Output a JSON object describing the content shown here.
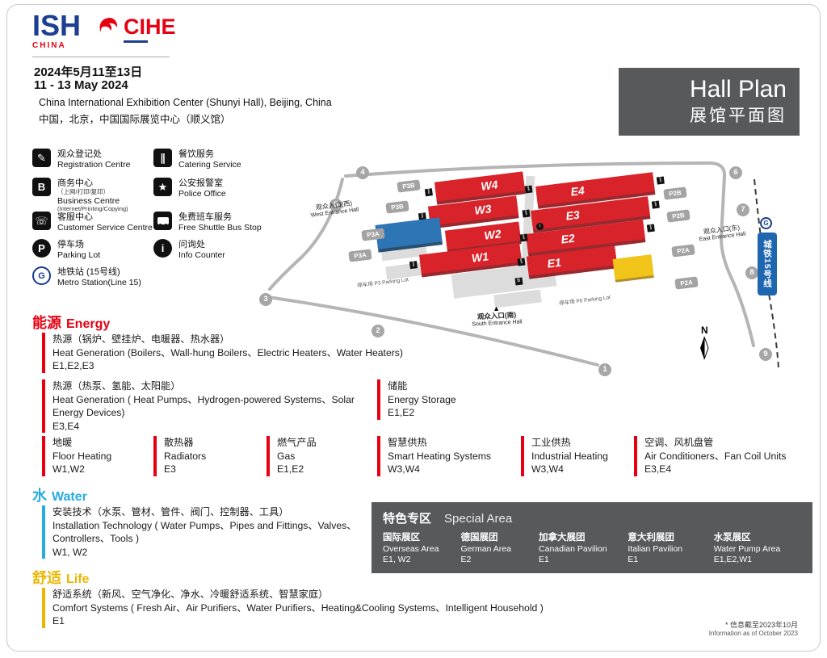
{
  "header": {
    "logo_ish": "ISH",
    "logo_ish_sub": "CHINA",
    "logo_cihe": "CIHE",
    "date_zh": "2024年5月11至13日",
    "date_en": "11 - 13 May 2024",
    "venue_en": "China International Exhibition Center (Shunyi Hall), Beijing, China",
    "venue_zh": "中国，北京，中国国际展览中心（顺义馆）",
    "hallplan_en": "Hall Plan",
    "hallplan_zh": "展馆平面图"
  },
  "icons": {
    "registration_glyph": "✎",
    "catering_glyph": "∥",
    "business_glyph": "B",
    "police_glyph": "★",
    "service_glyph": "☏",
    "parking_glyph": "P",
    "info_glyph": "i",
    "metro_glyph": "G"
  },
  "legend": {
    "items": [
      {
        "zh": "观众登记处",
        "en": "Registration Centre"
      },
      {
        "zh": "餐饮服务",
        "en": "Catering Service"
      },
      {
        "zh": "商务中心",
        "zh_note": "（上网/打印/复印）",
        "en": "Business Centre",
        "en_note": "(Internet/Printing/Copying)"
      },
      {
        "zh": "公安报警室",
        "en": "Police Office"
      },
      {
        "zh": "客服中心",
        "en": "Customer Service Centre"
      },
      {
        "zh": "免费班车服务",
        "en": "Free Shuttle Bus Stop"
      },
      {
        "zh": "停车场",
        "en": "Parking Lot"
      },
      {
        "zh": "问询处",
        "en": "Info Counter"
      },
      {
        "zh": "地铁站 (15号线)",
        "en": "Metro Station(Line 15)"
      }
    ]
  },
  "map": {
    "halls_west": [
      "W4",
      "W3",
      "W2",
      "W1"
    ],
    "halls_east": [
      "E4",
      "E3",
      "E2",
      "E1"
    ],
    "parking_left": [
      "P3B",
      "P3B",
      "P3A",
      "P3A"
    ],
    "parking_right": [
      "P2B",
      "P2B",
      "P2A",
      "P2A"
    ],
    "gates": [
      "1",
      "2",
      "3",
      "4",
      "5",
      "6",
      "7",
      "8",
      "9"
    ],
    "entrances": {
      "west_zh": "观众入口(西)",
      "west_en": "West Entrance Hall",
      "east_zh": "观众入口(东)",
      "east_en": "East Entrance Hall",
      "south_zh": "观众入口(南)",
      "south_en": "South Entrance Hall"
    },
    "south_arrow": "▲",
    "metro_box": "城铁15号线",
    "north_label": "N",
    "parking_p3_label": "停车场 P3 Parking Lot",
    "parking_p0_label": "停车场 P0 Parking Lot",
    "colors": {
      "hall_red": "#d8232a",
      "hall_blue": "#2e75b6",
      "hall_yellow": "#f0c419",
      "road_gray": "#b5b5b5"
    }
  },
  "sections": [
    {
      "id": "energy",
      "title_zh": "能源",
      "title_en": "Energy",
      "color": "#e60012",
      "items": [
        {
          "zh": "热源（锅炉、壁挂炉、电暖器、热水器）",
          "en": "Heat Generation (Boilers、Wall-hung Boilers、Electric Heaters、Water Heaters)",
          "halls": "E1,E2,E3"
        },
        {
          "zh": "热源（热泵、氢能、太阳能）",
          "en": "Heat Generation ( Heat Pumps、Hydrogen-powered Systems、Solar Energy Devices)",
          "halls": "E3,E4"
        },
        {
          "zh": "储能",
          "en": "Energy Storage",
          "halls": "E1,E2"
        },
        {
          "zh": "地暖",
          "en": "Floor Heating",
          "halls": "W1,W2"
        },
        {
          "zh": "散热器",
          "en": "Radiators",
          "halls": "E3"
        },
        {
          "zh": "燃气产品",
          "en": "Gas",
          "halls": "E1,E2"
        },
        {
          "zh": "智慧供热",
          "en": "Smart Heating Systems",
          "halls": "W3,W4"
        },
        {
          "zh": "工业供热",
          "en": "Industrial Heating",
          "halls": "W3,W4"
        },
        {
          "zh": "空调、风机盘管",
          "en": "Air Conditioners、Fan Coil Units",
          "halls": "E3,E4"
        }
      ]
    },
    {
      "id": "water",
      "title_zh": "水",
      "title_en": "Water",
      "color": "#29abe2",
      "items": [
        {
          "zh": "安装技术（水泵、管材、管件、阀门、控制器、工具）",
          "en": "Installation Technology ( Water Pumps、Pipes and Fittings、Valves、Controllers、Tools )",
          "halls": "W1, W2"
        }
      ]
    },
    {
      "id": "life",
      "title_zh": "舒适",
      "title_en": "Life",
      "color": "#eab600",
      "items": [
        {
          "zh": "舒适系统（新风、空气净化、净水、冷暖舒适系统、智慧家庭）",
          "en": "Comfort Systems ( Fresh Air、Air Purifiers、Water Purifiers、Heating&Cooling Systems、Intelligent Household )",
          "halls": "E1"
        }
      ]
    }
  ],
  "special_area": {
    "title_zh": "特色专区",
    "title_en": "Special Area",
    "items": [
      {
        "zh": "国际展区",
        "en": "Overseas Area",
        "halls": "E1, W2"
      },
      {
        "zh": "德国展团",
        "en": "German Area",
        "halls": "E2"
      },
      {
        "zh": "加拿大展团",
        "en": "Canadian Pavilion",
        "halls": "E1"
      },
      {
        "zh": "意大利展团",
        "en": "Italian Pavilion",
        "halls": "E1"
      },
      {
        "zh": "水泵展区",
        "en": "Water Pump Area",
        "halls": "E1,E2,W1"
      }
    ]
  },
  "footnote": {
    "zh": "* 信息截至2023年10月",
    "en": "Information as of October 2023"
  }
}
